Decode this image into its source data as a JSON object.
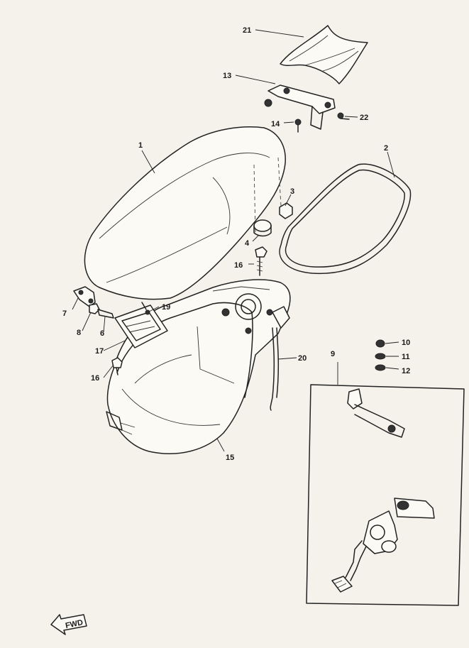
{
  "labels": {
    "seat": "1",
    "seal": "2",
    "nut": "3",
    "damper": "4",
    "nut_lower": "8",
    "collar": "6",
    "bracket": "7",
    "lock_set": "9",
    "nut_r": "10",
    "washer_r": "11",
    "washer_r2": "12",
    "hinge": "13",
    "bolt_14": "14",
    "box": "15",
    "bolt_16_upper": "16",
    "bolt_16_lower": "16",
    "cover": "17",
    "screw": "19",
    "cable": "20",
    "grip": "21",
    "bolt_22": "22"
  },
  "forward_arrow": "FWD"
}
